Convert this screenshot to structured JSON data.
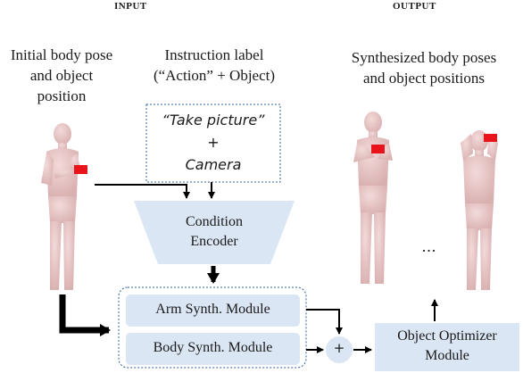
{
  "headers": {
    "input": "INPUT",
    "output": "OUTPUT"
  },
  "input_label": [
    "Initial body pose",
    "and object",
    "position"
  ],
  "instruction_label": [
    "Instruction label",
    "(“Action” + Object)"
  ],
  "output_label": [
    "Synthesized body poses",
    "and object positions"
  ],
  "instruction_box": {
    "action": "“Take picture”",
    "plus": "+",
    "object": "Camera"
  },
  "condition_encoder": [
    "Condition",
    "Encoder"
  ],
  "arm_module": "Arm Synth. Module",
  "body_module": "Body Synth. Module",
  "sum_symbol": "+",
  "object_optimizer": [
    "Object Optimizer",
    "Module"
  ],
  "ellipsis": "...",
  "colors": {
    "box_fill": "#dbe6f4",
    "box_border": "#2f5f9e",
    "object_red": "#e8131b",
    "figure": "#eac9c9"
  }
}
